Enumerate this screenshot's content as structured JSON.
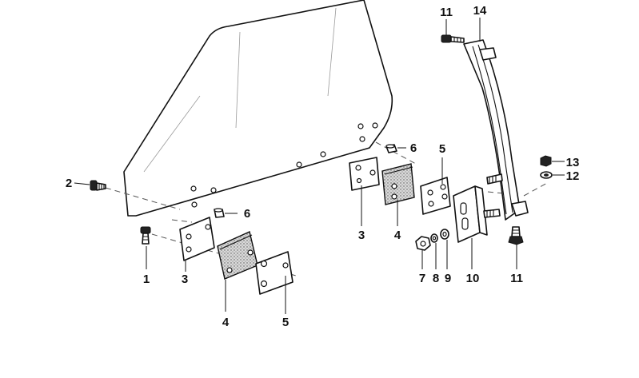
{
  "labels": {
    "p1": "1",
    "p2": "2",
    "p3a": "3",
    "p3b": "3",
    "p4a": "4",
    "p4b": "4",
    "p5a": "5",
    "p5b": "5",
    "p6a": "6",
    "p6b": "6",
    "p7": "7",
    "p8": "8",
    "p9": "9",
    "p10": "10",
    "p11a": "11",
    "p11b": "11",
    "p12": "12",
    "p13": "13",
    "p14": "14"
  }
}
